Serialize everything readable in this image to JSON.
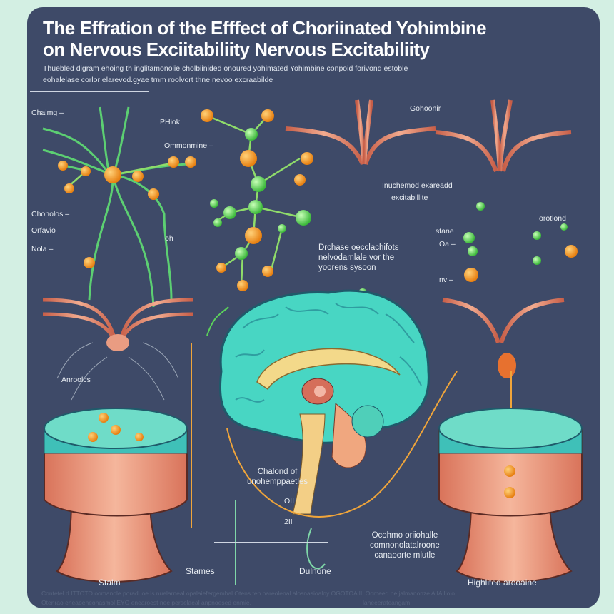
{
  "title": {
    "line1": "The Effration   of  the Efffect of Choriinated Yohimbine",
    "line2": "on Nervous Exciitabiliity Nervous Excitabiliity"
  },
  "subtitle": {
    "line1": "Thuebled digram ehoing th inglitamonolie cholbiinided onoured yohimated  Yohimbine conpoid  forivond  estoble",
    "line2": "eohalelase corlor elarevod.gyae trnm roolvort thne nevoo excraabilde"
  },
  "labels": {
    "chalmg": "Chalmg –",
    "phiok": "PHiok.",
    "ommonmine": "Ommonmine –",
    "chonolos": "Chonolos –",
    "orfavio": "Orfavio",
    "nola": "Nola –",
    "oh": "oh",
    "anroolcs": "Anroolcs",
    "gohoonir": "Gohoonir",
    "inductored": "Inuchemod exareadd",
    "exitability": "excitabillite",
    "dreicase1": "Drchase oecclachifots",
    "dreicase2": "nelvodamlale vor the",
    "dreicase3": "yoorens sysoon",
    "stane": "stane",
    "oa": "Oa –",
    "nv": "nv –",
    "orotlond": "orotlond",
    "chalond1": "Chalond of",
    "chalond2": "unohemppaetles",
    "oii": "OII",
    "two_ii": "2II",
    "ocohmo1": "Ocohmo oriiohalle",
    "ocohmo2": "comnonolatalroone",
    "ocohmo3": "canaoorte mlutle",
    "stalm": "Stalm",
    "stames": "Stames",
    "dulnone": "Dulnone",
    "highlited": "Highlited arooaine"
  },
  "footer": {
    "line1": "Contetel d ITTOTO oomanole poraduoe ls nuelarneal opalaiefergembal Otens ten pareolenal alosnasioaloy OGOTOA IL Oomeed ne jalmanonze A IA Ilolo",
    "line2": "Otenrao eneaoeneonasmol EYO enearoest nee perselaeal anpnoesed enmie.",
    "line3": "laneeerateangam"
  },
  "colors": {
    "panel": "#3e4a68",
    "background": "#d3efe3",
    "atom_orange": "#f39a1e",
    "atom_green": "#5fd35a",
    "nerve": "#e58a6a",
    "brain": "#45d3c2"
  }
}
